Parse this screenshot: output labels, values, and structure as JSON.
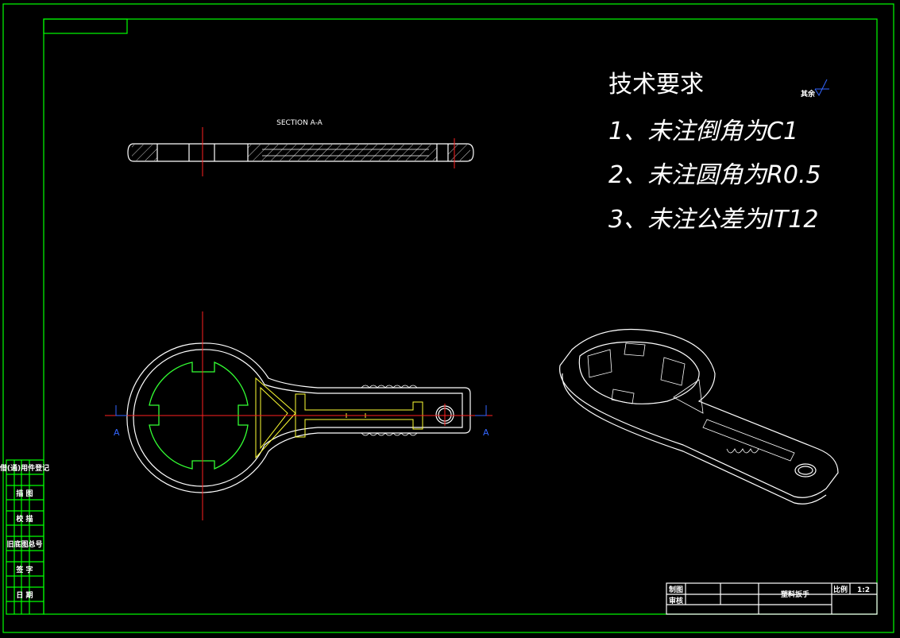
{
  "drawing": {
    "section_label": "SECTION A-A",
    "section_mark_left": "A",
    "section_mark_right": "A",
    "tech_requirements": {
      "title": "技术要求",
      "items": [
        "1、未注倒角为C1",
        "2、未注圆角为R0.5",
        "3、未注公差为IT12"
      ]
    },
    "roughness_note": "其余"
  },
  "side_table": {
    "rows": [
      "借(通)用件登记",
      "描 图",
      "校 描",
      "旧底图总号",
      "签 字",
      "日 期"
    ]
  },
  "title_block": {
    "drawn_label": "制图",
    "checked_label": "审核",
    "part_name": "塑料扳手",
    "scale_label": "比例",
    "scale_value": "1:2"
  },
  "colors": {
    "frame": "#00ff00",
    "outline": "#ffffff",
    "centerline": "#ff2020",
    "feature": "#ffff33",
    "section_marks": "#3366ff"
  }
}
